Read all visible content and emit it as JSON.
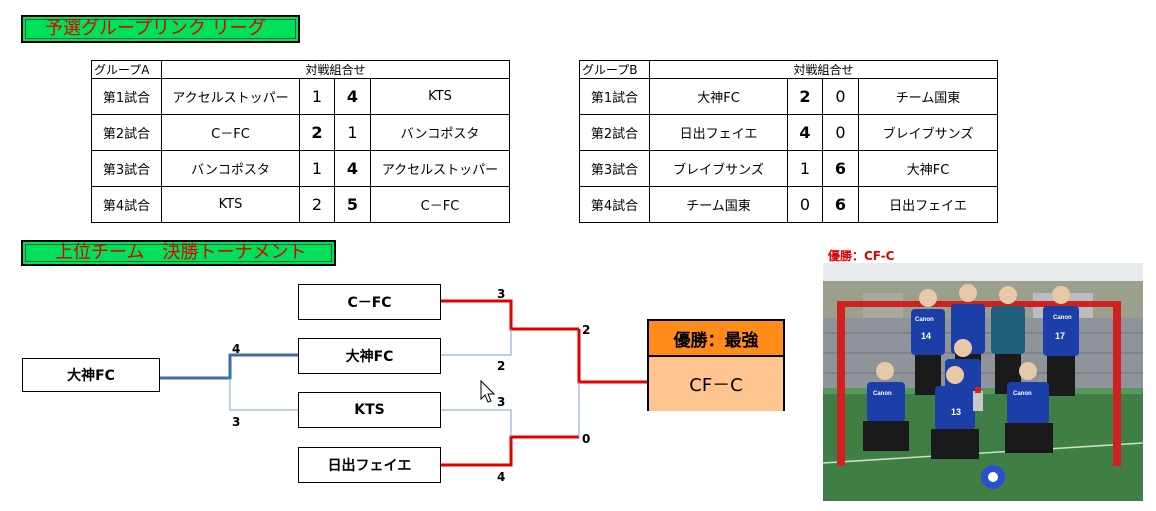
{
  "groupStage": {
    "title": "予選グループリンク リーグ",
    "groupA": {
      "name": "グループA",
      "header": "対戦組合せ",
      "matches": [
        {
          "label": "第1試合",
          "home": "アクセルストッパー",
          "hs": "1",
          "as": "4",
          "away": "KTS"
        },
        {
          "label": "第2試合",
          "home": "C－FC",
          "hs": "2",
          "as": "1",
          "away": "バンコポスタ"
        },
        {
          "label": "第3試合",
          "home": "バンコポスタ",
          "hs": "1",
          "as": "4",
          "away": "アクセルストッパー"
        },
        {
          "label": "第4試合",
          "home": "KTS",
          "hs": "2",
          "as": "5",
          "away": "C－FC"
        }
      ]
    },
    "groupB": {
      "name": "グループB",
      "header": "対戦組合せ",
      "matches": [
        {
          "label": "第1試合",
          "home": "大神FC",
          "hs": "2",
          "as": "0",
          "away": "チーム国東"
        },
        {
          "label": "第2試合",
          "home": "日出フェイエ",
          "hs": "4",
          "as": "0",
          "away": "ブレイブサンズ"
        },
        {
          "label": "第3試合",
          "home": "ブレイブサンズ",
          "hs": "1",
          "as": "6",
          "away": "大神FC"
        },
        {
          "label": "第4試合",
          "home": "チーム国東",
          "hs": "0",
          "as": "6",
          "away": "日出フェイエ"
        }
      ]
    }
  },
  "tournament": {
    "title": "上位チーム　決勝トーナメント",
    "teams": {
      "left": "大神FC",
      "r1": "C－FC",
      "r2": "大神FC",
      "r3": "KTS",
      "r4": "日出フェイエ"
    },
    "scores": {
      "r1": "3",
      "r2": "2",
      "r3": "3",
      "r4": "4",
      "leftWin": "4",
      "leftLose": "3",
      "semiTop": "2",
      "semiBottom": "0"
    },
    "champion": {
      "title": "優勝：最強",
      "name": "CF－C"
    }
  },
  "photo": {
    "caption": "優勝：CF-C",
    "jerseyText": "Canon",
    "jerseyNumbers": [
      "14",
      "13",
      "17"
    ]
  },
  "colors": {
    "banner": "#00e05a",
    "bannerText": "#e00000",
    "winLine": "#e00000",
    "blueLine": "#3a6ea5",
    "thinLine": "#7fa0c8",
    "champHeader": "#ff8c1a",
    "champBody": "#ffc490"
  }
}
